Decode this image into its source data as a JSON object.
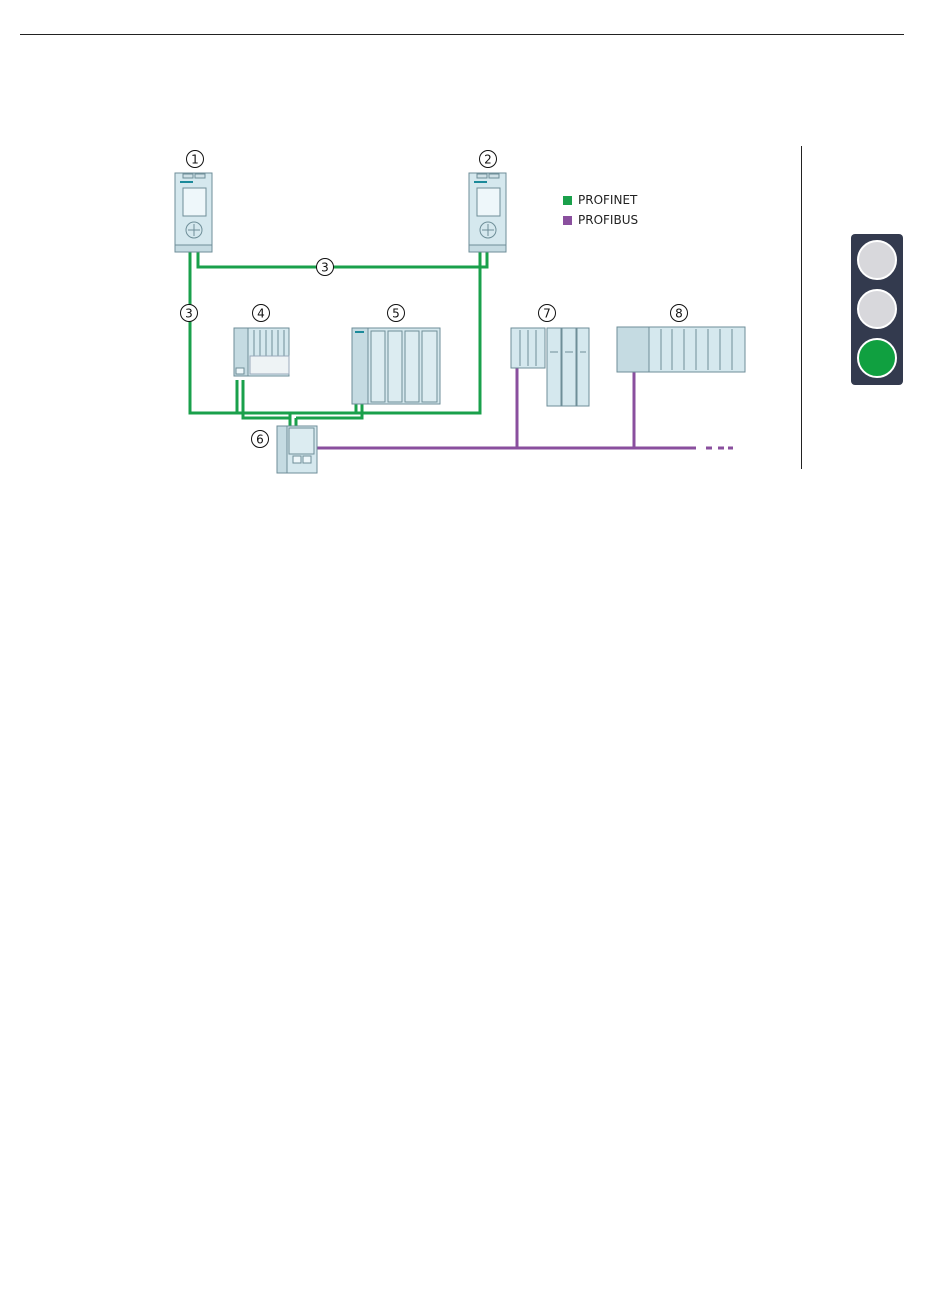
{
  "legend": {
    "profinet_label": "PROFINET",
    "profibus_label": "PROFIBUS"
  },
  "colors": {
    "profinet": "#1aa04b",
    "profibus": "#8a4f9e",
    "lamp_off": "#d8d8dc",
    "lamp_on": "#10a040",
    "panel": "#333a4e"
  },
  "callouts": {
    "c1": "1",
    "c2": "2",
    "c3a": "3",
    "c3b": "3",
    "c4": "4",
    "c5": "5",
    "c6": "6",
    "c7": "7",
    "c8": "8"
  },
  "traffic_light": {
    "active": "green"
  }
}
